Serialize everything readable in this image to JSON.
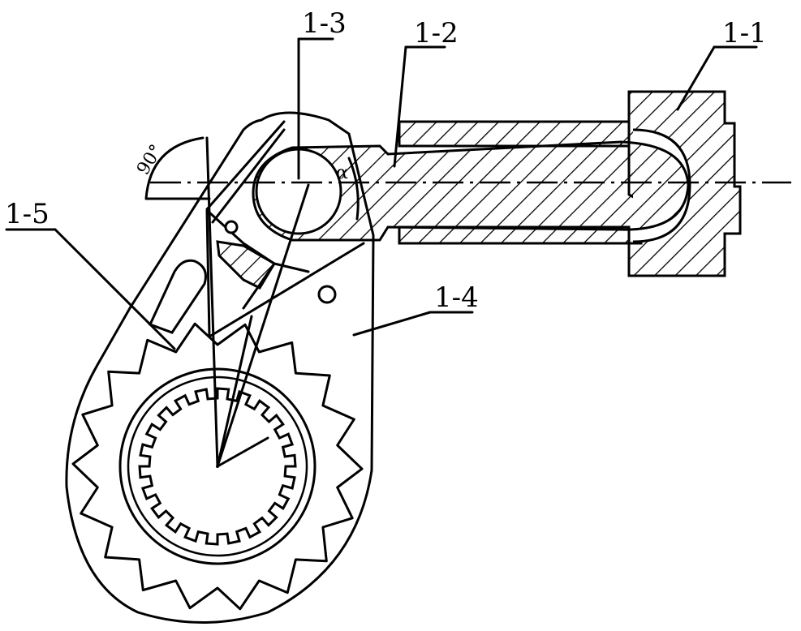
{
  "labels": {
    "part_1_1": "1-1",
    "part_1_2": "1-2",
    "part_1_3": "1-3",
    "part_1_4": "1-4",
    "part_1_5": "1-5",
    "angle_90": "90°",
    "angle_alpha": "α"
  },
  "colors": {
    "ink": "#000000",
    "paper": "#ffffff"
  }
}
